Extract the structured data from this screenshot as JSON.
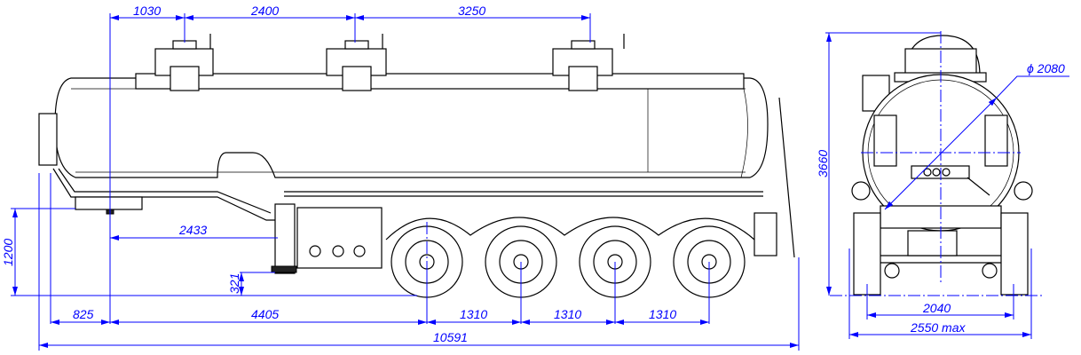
{
  "drawing": {
    "side_view": {
      "dimensions": {
        "hatch_1": "1030",
        "hatch_2": "2400",
        "hatch_3": "3250",
        "height_fifth_wheel": "1200",
        "kingpin_to_leg": "2433",
        "leg_clearance": "321",
        "front_overhang": "825",
        "kingpin_to_axle": "4405",
        "axle_spacing_1": "1310",
        "axle_spacing_2": "1310",
        "axle_spacing_3": "1310",
        "overall_length": "10591"
      }
    },
    "rear_view": {
      "dimensions": {
        "tank_diameter": "ϕ 2080",
        "overall_height": "3660",
        "track_width": "2040",
        "overall_width": "2550 max"
      }
    },
    "colors": {
      "dimension": "#0000ff",
      "outline": "#000000"
    }
  }
}
